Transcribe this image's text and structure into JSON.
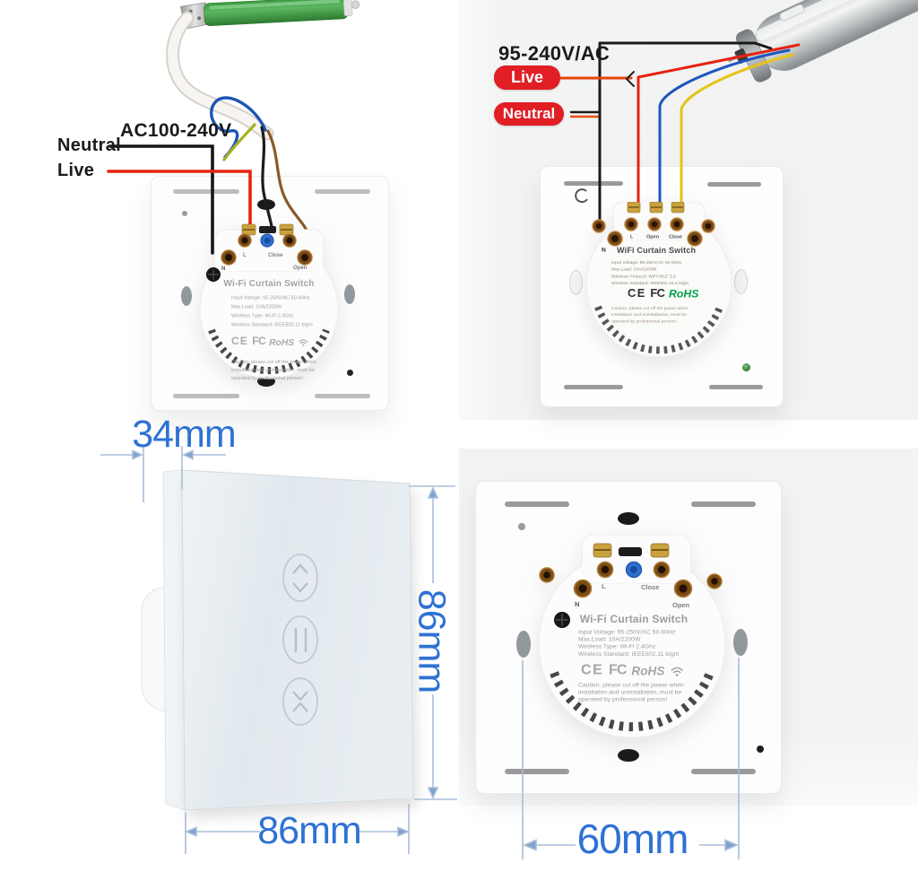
{
  "top_left": {
    "supply_label": "AC100-240V",
    "neutral_label": "Neutral",
    "live_label": "Live",
    "module": {
      "title": "Wi-Fi Curtain Switch",
      "terminals": {
        "n": "N",
        "l": "L",
        "close": "Close",
        "open": "Open"
      },
      "specs": [
        "Input Voltage: 95-250V/AC 50-60Hz",
        "Max.Load: 10A/2200W",
        "Wireless Type: Wi-Fi 2.4Ghz",
        "Wireless Standard: IEEE802.11 b/g/n"
      ],
      "certs": {
        "ce": "CE",
        "fcc": "FC",
        "rohs": "RoHS"
      },
      "caution": [
        "Caution: please cut off the power when",
        "installation and uninstallation, must be",
        "operated by professional person!"
      ]
    }
  },
  "top_right": {
    "supply_label": "95-240V/AC",
    "live_badge": "Live",
    "neutral_badge": "Neutral",
    "module": {
      "title": "WiFi Curtain Switch",
      "terminals": {
        "n": "N",
        "l": "L",
        "open": "Open",
        "close": "Close"
      },
      "specs": [
        "Input Voltage: 95-250V/AC 50-60Hz",
        "Max.Load: 10A/2200W",
        "Wireless Protocol: WiFi+BLE 3.0",
        "Wireless Standard: IEEE802.15.4 b/g/n"
      ],
      "certs": {
        "ce": "CE",
        "fcc": "FC",
        "rohs": "RoHS"
      },
      "caution": [
        "Caution: please cut off the power when",
        "installation and uninstallation, must be",
        "operated by professional person!"
      ]
    }
  },
  "front_view": {
    "depth_label": "34mm",
    "height_label": "86mm",
    "width_label": "86mm"
  },
  "back_view": {
    "mount_distance_label": "60mm",
    "module": {
      "title": "Wi-Fi Curtain Switch",
      "terminals": {
        "n": "N",
        "l": "L",
        "close": "Close",
        "open": "Open"
      },
      "specs": [
        "Input Voltage: 95-250V/AC 50-60Hz",
        "Max.Load: 10A/2200W",
        "Wireless Type: Wi-Fi 2.4Ghz",
        "Wireless Standard: IEEE802.11 b/g/n"
      ],
      "certs": {
        "ce": "CE",
        "fcc": "FC",
        "rohs": "RoHS"
      },
      "caution": [
        "Caution: please cut off the power when",
        "installation and uninstallation, must be",
        "operated by professional person!"
      ]
    }
  },
  "colors": {
    "dimension_blue": "#2e72d4",
    "badge_red": "#e01e24",
    "rohs_green": "#00a14b",
    "wire_live_red": "#e62310",
    "wire_neutral_black": "#1a1a1a",
    "wire_blue": "#1e56c0",
    "wire_yellow": "#e6c418",
    "wire_brown": "#8a5a28",
    "motor_green": "#3f9f44"
  }
}
